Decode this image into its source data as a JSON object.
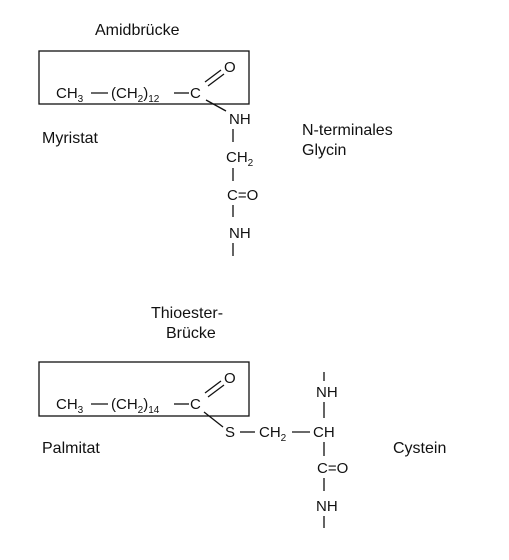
{
  "labels": {
    "amide_bridge": "Amidbrücke",
    "myristate": "Myristat",
    "n_terminal_line1": "N-terminales",
    "n_terminal_line2": "Glycin",
    "thioester_line1": "Thioester-",
    "thioester_line2": "Brücke",
    "palmitate": "Palmitat",
    "cysteine": "Cystein"
  },
  "myristoyl": {
    "ch3": "CH",
    "ch3_sub": "3",
    "ch2": "(CH",
    "ch2_sub": "2",
    "ch2_close": ")",
    "repeat": "12",
    "carbonyl_c": "C",
    "oxygen": "O"
  },
  "glycine": {
    "nh_top": "NH",
    "ch2": "CH",
    "ch2_sub": "2",
    "carbonyl": "C=O",
    "nh_bottom": "NH"
  },
  "palmitoyl": {
    "ch3": "CH",
    "ch3_sub": "3",
    "ch2": "(CH",
    "ch2_sub": "2",
    "ch2_close": ")",
    "repeat": "14",
    "carbonyl_c": "C",
    "oxygen": "O"
  },
  "cysteine_residue": {
    "sulfur": "S",
    "ch2": "CH",
    "ch2_sub": "2",
    "nh_top": "NH",
    "ch": "CH",
    "carbonyl": "C=O",
    "nh_bottom": "NH"
  }
}
